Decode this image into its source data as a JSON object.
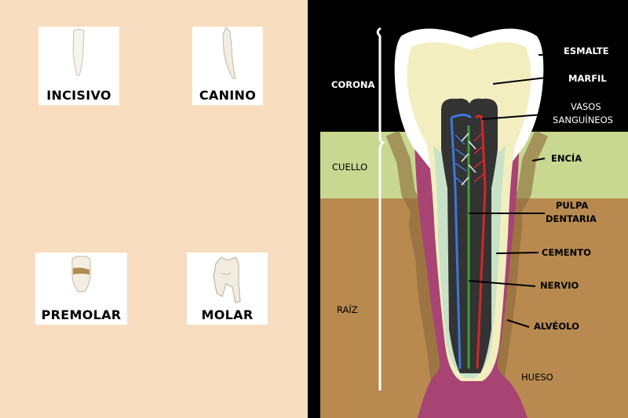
{
  "teeth": [
    {
      "label": "INCISIVO"
    },
    {
      "label": "CANINO"
    },
    {
      "label": "PREMOLAR"
    },
    {
      "label": "MOLAR"
    }
  ],
  "regions": {
    "crown": "CORONA",
    "neck": "CUELLO",
    "root": "RAÍZ"
  },
  "parts": {
    "enamel": "ESMALTE",
    "dentin": "MARFIL",
    "vessels_1": "VASOS",
    "vessels_2": "SANGUÍNEOS",
    "gum": "ENCÍA",
    "pulp_1": "PULPA",
    "pulp_2": "DENTARIA",
    "cementum": "CEMENTO",
    "nerve": "NERVIO",
    "alveolus": "ALVÉOLO",
    "bone": "HUESO"
  },
  "colors": {
    "left_background": "#f8dcbf",
    "black_background": "#000000",
    "gum": "#c8d890",
    "bone": "#b88a50",
    "enamel": "#ffffff",
    "dentin": "#f2eec0",
    "cementum": "#a84474",
    "pulp_chamber": "#333333",
    "pulp_root": "#c8e2c8",
    "artery": "#d02828",
    "vein": "#3c78d8",
    "nerve": "#3c9c3c"
  }
}
